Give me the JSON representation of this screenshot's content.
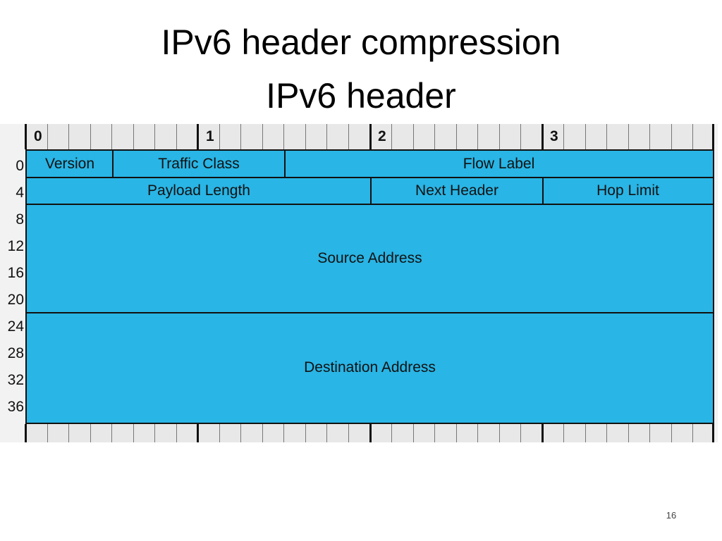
{
  "slide": {
    "title_line1": "IPv6 header compression",
    "title_line2": "IPv6 header",
    "page_number": "16"
  },
  "diagram": {
    "byte_labels": [
      "0",
      "1",
      "2",
      "3"
    ],
    "offsets": [
      "0",
      "4",
      "8",
      "12",
      "16",
      "20",
      "24",
      "28",
      "32",
      "36"
    ],
    "fields": {
      "version": "Version",
      "traffic_class": "Traffic Class",
      "flow_label": "Flow Label",
      "payload_length": "Payload Length",
      "next_header": "Next Header",
      "hop_limit": "Hop Limit",
      "source_address": "Source Address",
      "destination_address": "Destination Address"
    },
    "colors": {
      "field_fill": "#29b5e5",
      "ruler_fill": "#e8e8e8",
      "line": "#111111"
    }
  }
}
